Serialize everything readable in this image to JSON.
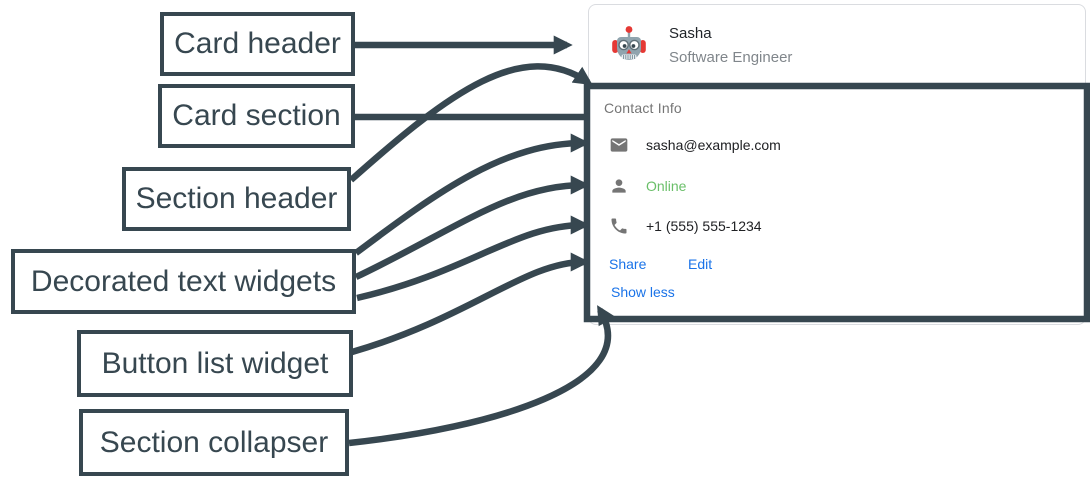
{
  "diagram": {
    "annotation_color": "#374750",
    "labels": [
      {
        "id": "card-header",
        "text": "Card header"
      },
      {
        "id": "card-section",
        "text": "Card section"
      },
      {
        "id": "section-header",
        "text": "Section header"
      },
      {
        "id": "decorated-text",
        "text": "Decorated text widgets"
      },
      {
        "id": "button-list",
        "text": "Button list widget"
      },
      {
        "id": "collapser",
        "text": "Section collapser"
      }
    ]
  },
  "card": {
    "header": {
      "avatar_icon": "robot-icon",
      "title": "Sasha",
      "subtitle": "Software Engineer"
    },
    "section": {
      "header": "Contact Info",
      "rows": [
        {
          "icon": "email-icon",
          "text": "sasha@example.com",
          "color": "#202124"
        },
        {
          "icon": "person-icon",
          "text": "Online",
          "color": "#6abf69"
        },
        {
          "icon": "phone-icon",
          "text": "+1 (555) 555-1234",
          "color": "#202124"
        }
      ],
      "buttons": [
        {
          "label": "Share"
        },
        {
          "label": "Edit"
        }
      ],
      "collapser_label": "Show less"
    }
  },
  "colors": {
    "accent_blue": "#1a73e8",
    "online_green": "#6abf69",
    "annotation": "#374750",
    "card_border": "#dadce0",
    "icon_gray": "#757575"
  }
}
